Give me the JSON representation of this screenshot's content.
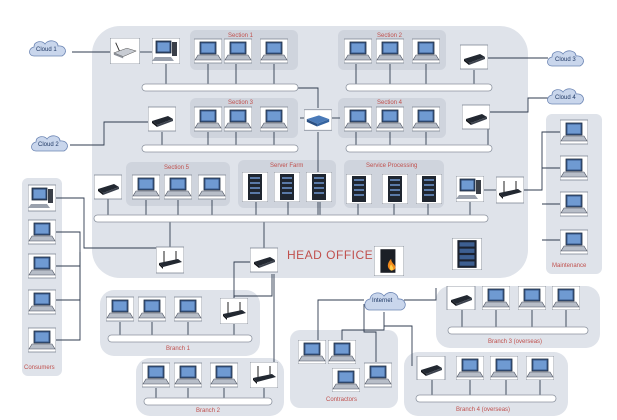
{
  "diagram": {
    "head_office_label": "HEAD OFFICE",
    "clouds": {
      "cloud1": "Cloud 1",
      "cloud2": "Cloud 2",
      "cloud3": "Cloud 3",
      "cloud4": "Cloud 4",
      "internet": "Internet"
    },
    "sections": {
      "s1": "Section 1",
      "s2": "Section 2",
      "s3": "Section 3",
      "s4": "Section 4",
      "s5": "Section 5",
      "server_farm": "Server Farm",
      "service_processing": "Service Processing"
    },
    "groups": {
      "consumers": "Consumers",
      "maintenance": "Maintenance",
      "branch1": "Branch 1",
      "branch2": "Branch 2",
      "branch3": "Branch 3 (overseas)",
      "branch4": "Branch 4 (overseas)",
      "contractors": "Contractors"
    },
    "colors": {
      "panel": "#dfe3ea",
      "bus": "#ffffff",
      "label_red": "#c0504d",
      "cloud_fill": "#c9d6ec",
      "line": "#2f3b4f"
    }
  }
}
